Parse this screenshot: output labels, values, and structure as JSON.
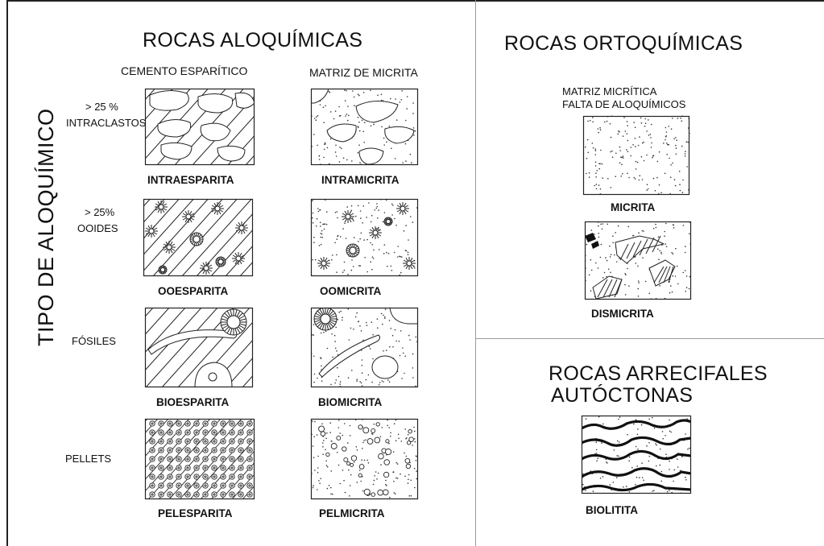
{
  "left_panel": {
    "title": "ROCAS ALOQUÍMICAS",
    "axis_label": "TIPO DE ALOQUÍMICO",
    "column_headers": [
      "CEMENTO ESPARÍTICO",
      "MATRIZ DE MICRITA"
    ],
    "rows": [
      {
        "label_line1": "> 25 %",
        "label_line2": "INTRACLASTOS",
        "sparite_name": "INTRAESPARITA",
        "micrite_name": "INTRAMICRITA"
      },
      {
        "label_line1": "> 25%",
        "label_line2": "OOIDES",
        "sparite_name": "OOESPARITA",
        "micrite_name": "OOMICRITA"
      },
      {
        "label_line1": "FÓSILES",
        "label_line2": "",
        "sparite_name": "BIOESPARITA",
        "micrite_name": "BIOMICRITA"
      },
      {
        "label_line1": "PELLETS",
        "label_line2": "",
        "sparite_name": "PELESPARITA",
        "micrite_name": "PELMICRITA"
      }
    ]
  },
  "right_top": {
    "title": "ROCAS ORTOQUÍMICAS",
    "note_line1": "MATRIZ MICRÍTICA",
    "note_line2": "FALTA DE ALOQUÍMICOS",
    "samples": [
      "MICRITA",
      "DISMICRITA"
    ]
  },
  "right_bottom": {
    "title_line1": "ROCAS ARRECIFALES",
    "title_line2": "AUTÓCTONAS",
    "sample": "BIOLITITA"
  }
}
